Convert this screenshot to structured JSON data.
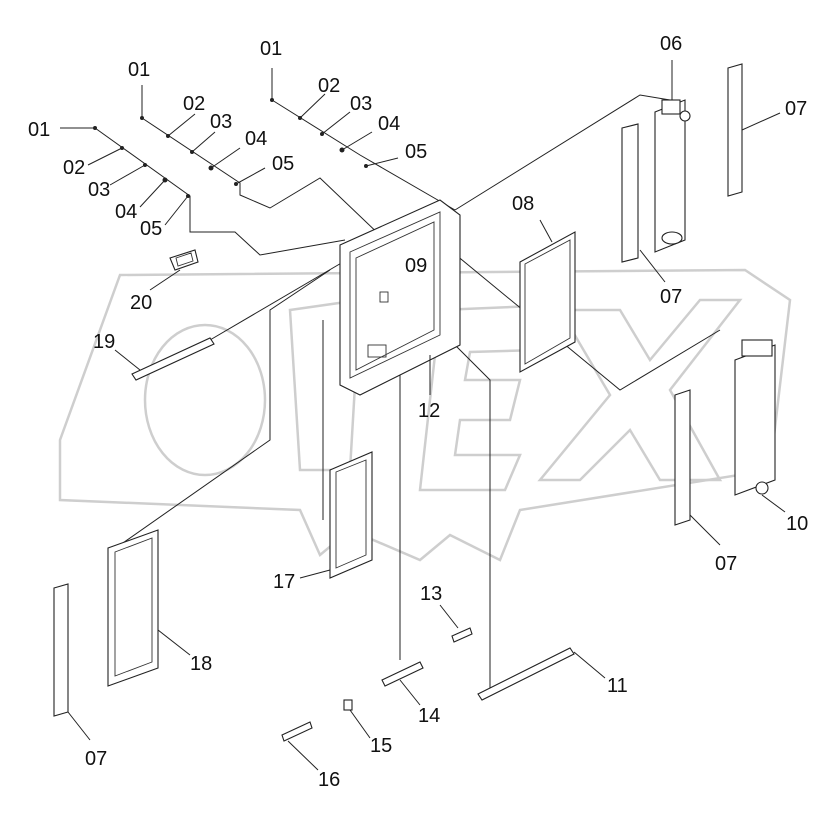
{
  "diagram": {
    "watermark_logo_text": "OPEX",
    "callouts": {
      "c01a": "01",
      "c02a": "02",
      "c03a": "03",
      "c04a": "04",
      "c05a": "05",
      "c01b": "01",
      "c02b": "02",
      "c03b": "03",
      "c04b": "04",
      "c05b": "05",
      "c01c": "01",
      "c02c": "02",
      "c03c": "03",
      "c04c": "04",
      "c05c": "05",
      "c06": "06",
      "c07a": "07",
      "c07b": "07",
      "c07c": "07",
      "c07d": "07",
      "c08": "08",
      "c09": "09",
      "c10": "10",
      "c11": "11",
      "c12": "12",
      "c13": "13",
      "c14": "14",
      "c15": "15",
      "c16": "16",
      "c17": "17",
      "c18": "18",
      "c19": "19",
      "c20": "20"
    }
  }
}
